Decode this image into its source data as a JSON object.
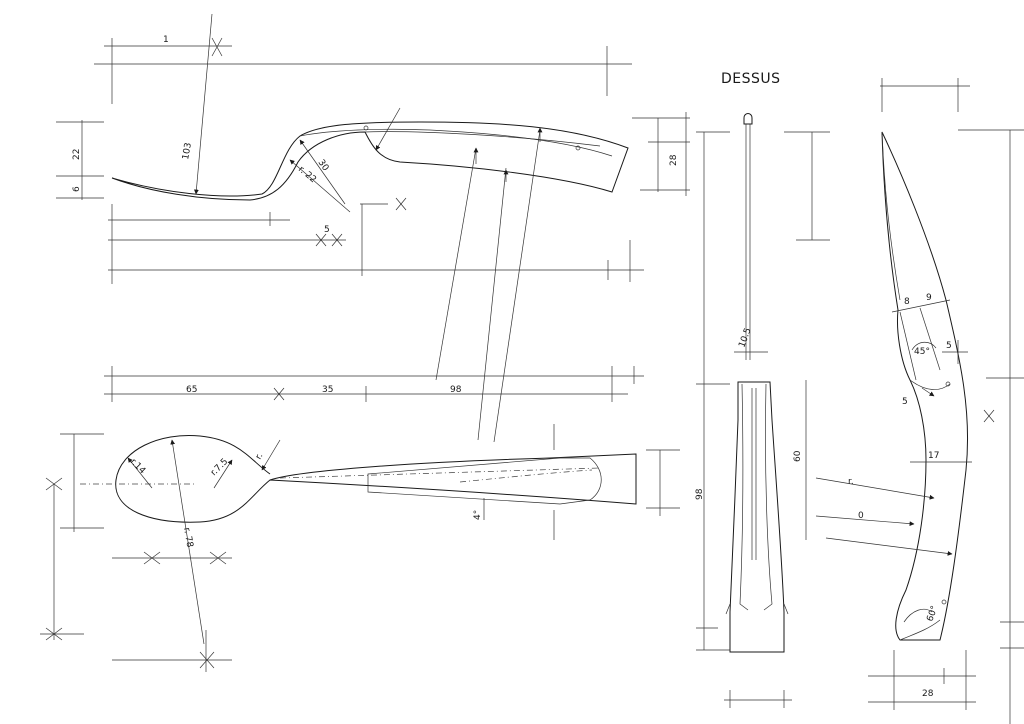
{
  "title": "DESSUS",
  "dimensions": {
    "top_left": "1",
    "radius_103": "103",
    "height_22": "22",
    "height_6": "6",
    "radius_22": "r. 22",
    "arc_30": "30",
    "height_28": "28",
    "dim_5_small": "5",
    "dim_65": "65",
    "dim_35": "35",
    "dim_98": "98",
    "radius_14": "r.14",
    "radius_7_5": "r.7.5",
    "radius_78": "r. 78",
    "radius_r": "r.",
    "angle_4": "4°",
    "dim_10_5": "10.5",
    "dim_60": "60",
    "dim_98_vertical": "98",
    "dim_8": "8",
    "dim_9": "9",
    "angle_45": "45°",
    "dim_5_right": "5",
    "dim_5_left": "5",
    "dim_17": "17",
    "radius_r_right": "r.",
    "dim_0": "0",
    "angle_60": "60°",
    "dim_28_bottom": "28"
  }
}
